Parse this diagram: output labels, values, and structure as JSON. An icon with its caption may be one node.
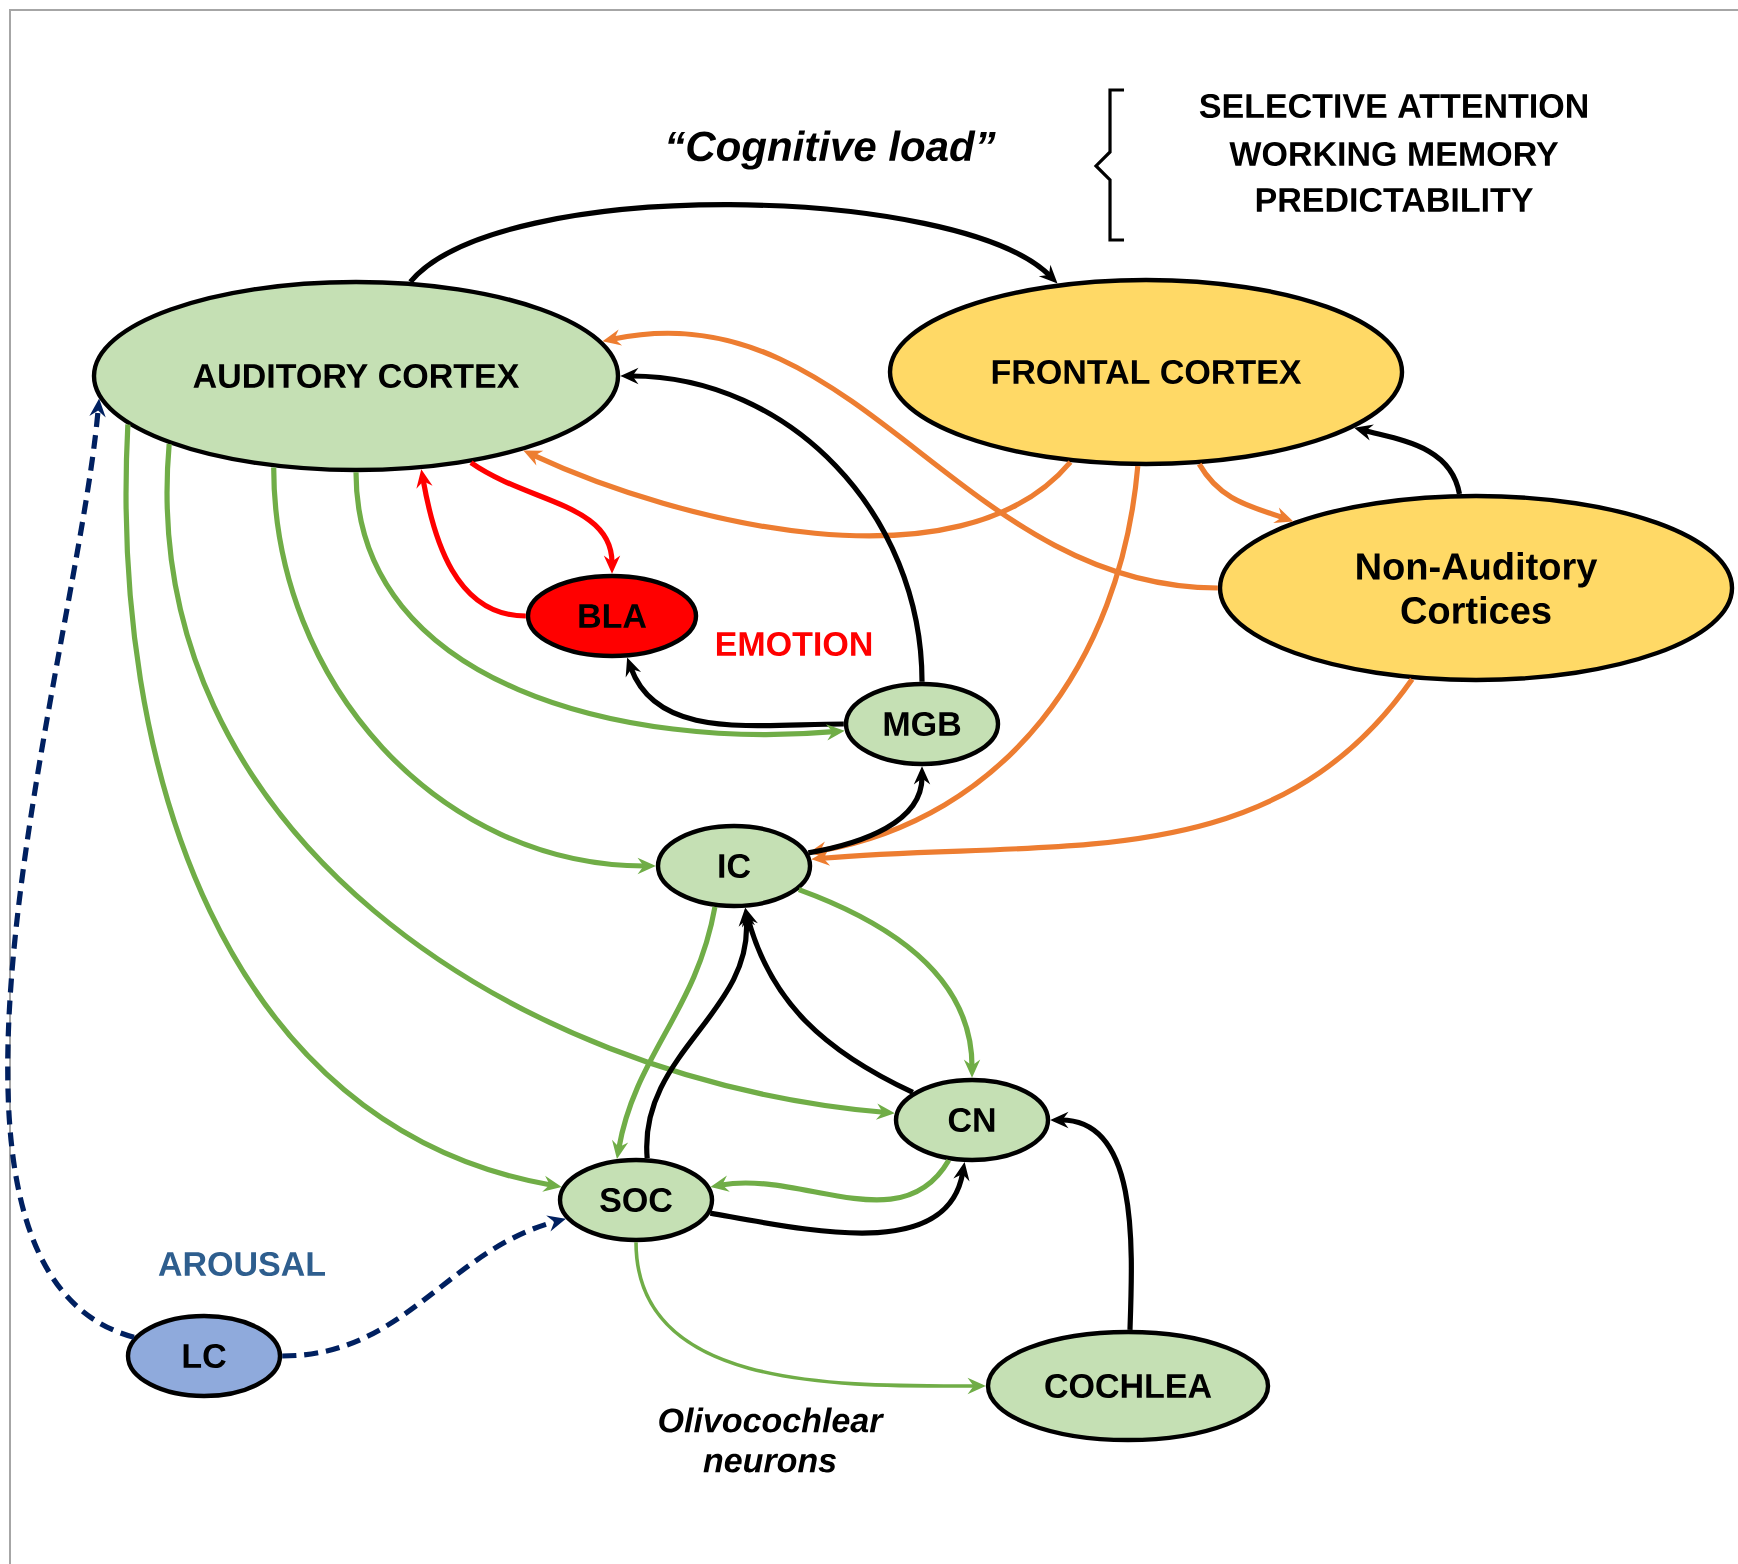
{
  "diagram": {
    "nodes": [
      {
        "text": [
          "AUDITORY CORTEX"
        ]
      },
      {
        "text": [
          "FRONTAL CORTEX"
        ]
      },
      {
        "text": [
          "Non-Auditory Cortices"
        ]
      },
      {
        "text": [
          "BLA"
        ]
      },
      {
        "text": [
          "MGB"
        ]
      },
      {
        "text": [
          "IC"
        ]
      },
      {
        "text": [
          "CN"
        ]
      },
      {
        "text": [
          "SOC"
        ]
      },
      {
        "text": [
          "LC"
        ]
      },
      {
        "text": [
          "COCHLEA"
        ]
      }
    ],
    "edges": [
      {
        "from": 0,
        "to": 1,
        "arrow": "to"
      },
      {
        "from": 2,
        "to": 1,
        "arrow": "to"
      },
      {
        "from": 2,
        "to": 0,
        "arrow": "to",
        "color": "#ed7d31"
      },
      {
        "from": 1,
        "to": 0,
        "arrow": "to",
        "color": "#ed7d31"
      },
      {
        "from": 1,
        "to": 2,
        "arrow": "to",
        "color": "#ed7d31"
      },
      {
        "from": 1,
        "to": 5,
        "arrow": "to",
        "color": "#ed7d31"
      },
      {
        "from": 2,
        "to": 5,
        "arrow": "to",
        "color": "#ed7d31"
      },
      {
        "from": 4,
        "to": 0,
        "arrow": "to"
      },
      {
        "from": 0,
        "to": 3,
        "arrow": "to",
        "color": "#ff0000"
      },
      {
        "from": 3,
        "to": 0,
        "arrow": "to",
        "color": "#ff0000"
      },
      {
        "from": 4,
        "to": 3,
        "arrow": "to"
      },
      {
        "from": 0,
        "to": 4,
        "arrow": "to",
        "color": "#70ad47"
      },
      {
        "from": 0,
        "to": 5,
        "arrow": "to",
        "color": "#70ad47"
      },
      {
        "from": 0,
        "to": 6,
        "arrow": "to",
        "color": "#70ad47"
      },
      {
        "from": 0,
        "to": 7,
        "arrow": "to",
        "color": "#70ad47"
      },
      {
        "from": 5,
        "to": 4,
        "arrow": "to"
      },
      {
        "from": 7,
        "to": 5,
        "arrow": "to"
      },
      {
        "from": 5,
        "to": 7,
        "arrow": "to",
        "color": "#70ad47"
      },
      {
        "from": 6,
        "to": 5,
        "arrow": "to"
      },
      {
        "from": 5,
        "to": 6,
        "arrow": "to",
        "color": "#70ad47"
      },
      {
        "from": 6,
        "to": 7,
        "arrow": "to",
        "color": "#70ad47"
      },
      {
        "from": 7,
        "to": 6,
        "arrow": "to"
      },
      {
        "from": 9,
        "to": 6,
        "arrow": "to"
      },
      {
        "from": 7,
        "to": 9,
        "arrow": "to",
        "color": "#70ad47"
      },
      {
        "from": 8,
        "to": 0,
        "arrow": "to",
        "style": "dashed",
        "color": "#002060"
      },
      {
        "from": 8,
        "to": 7,
        "arrow": "to",
        "style": "dashed",
        "color": "#002060"
      }
    ],
    "labels": [
      "“Cognitive load”",
      "SELECTIVE ATTENTION",
      "WORKING MEMORY",
      "PREDICTABILITY",
      "EMOTION",
      "AROUSAL",
      "Olivocochlear neurons"
    ]
  }
}
